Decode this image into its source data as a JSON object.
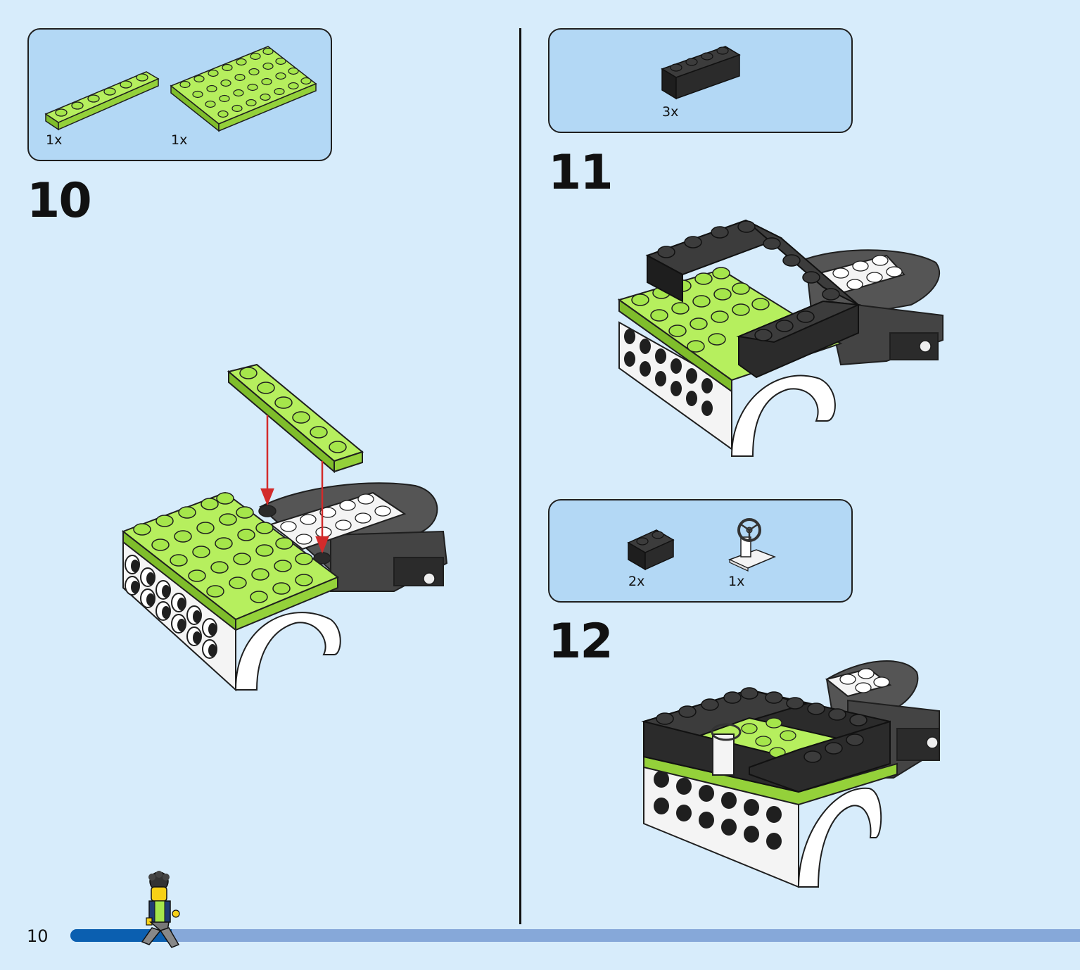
{
  "page_number": "10",
  "progress": {
    "fraction": 0.1
  },
  "colors": {
    "background": "#d7ecfb",
    "parts_box": "#b3d8f5",
    "lime": "#a5e64b",
    "black_brick": "#2b2b2b",
    "arrow": "#d22b2b",
    "progress_fill": "#0b5fb0",
    "progress_track": "#86a8d9"
  },
  "steps": [
    {
      "number": "10",
      "parts": [
        {
          "qty": "1x",
          "piece": "lime-plate-1x6"
        },
        {
          "qty": "1x",
          "piece": "lime-plate-4x6"
        }
      ]
    },
    {
      "number": "11",
      "parts": [
        {
          "qty": "3x",
          "piece": "black-brick-1x4"
        }
      ]
    },
    {
      "number": "12",
      "parts": [
        {
          "qty": "2x",
          "piece": "black-brick-1x2"
        },
        {
          "qty": "1x",
          "piece": "steering-wheel"
        }
      ]
    }
  ]
}
